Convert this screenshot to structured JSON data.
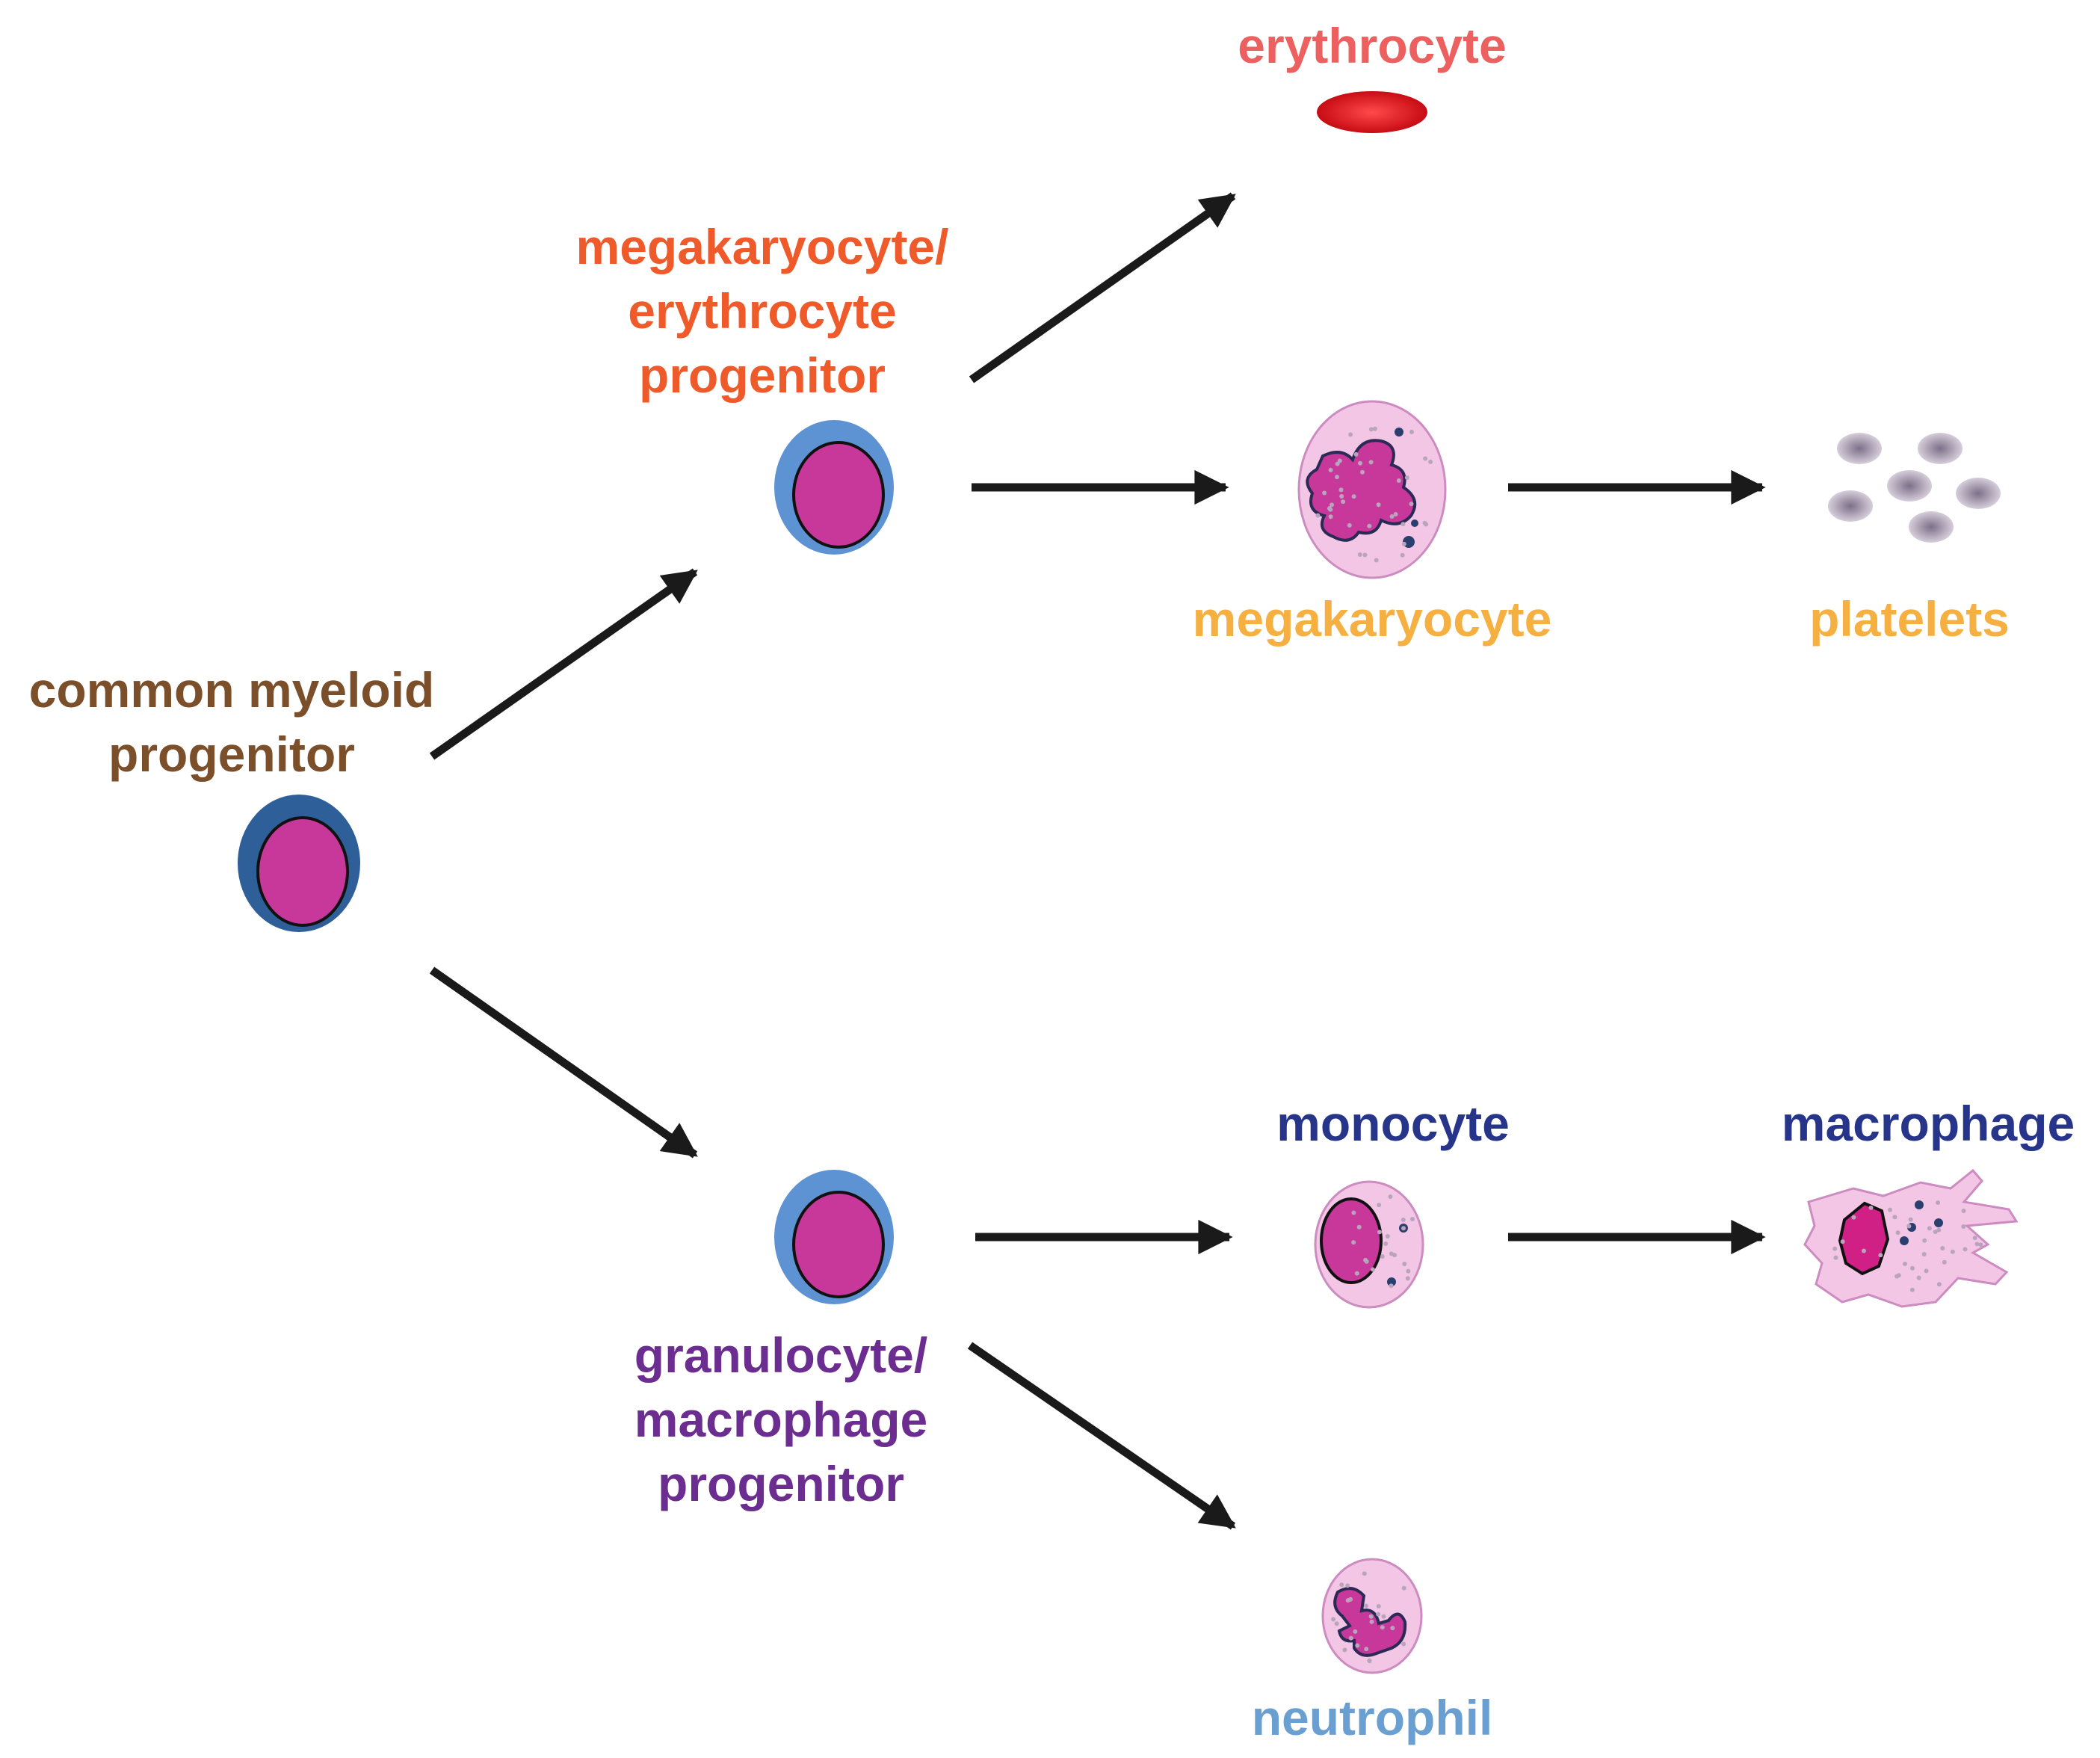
{
  "nodes": {
    "common_myeloid": {
      "label_lines": [
        "common myeloid",
        "progenitor"
      ],
      "color": "#7a4f2a"
    },
    "mep": {
      "label_lines": [
        "megakaryocyte/",
        "erythrocyte",
        "progenitor"
      ],
      "color": "#ee5a2a"
    },
    "gmp": {
      "label_lines": [
        "granulocyte/",
        "macrophage",
        "progenitor"
      ],
      "color": "#6b2d8f"
    },
    "erythrocyte": {
      "label": "erythrocyte",
      "color": "#ec6060"
    },
    "megakaryocyte": {
      "label": "megakaryocyte",
      "color": "#f6b042"
    },
    "platelets": {
      "label": "platelets",
      "color": "#f6b042"
    },
    "monocyte": {
      "label": "monocyte",
      "color": "#26358a"
    },
    "macrophage": {
      "label": "macrophage",
      "color": "#26358a"
    },
    "neutrophil": {
      "label": "neutrophil",
      "color": "#6a9fd2"
    }
  },
  "colors": {
    "progenitor_nucleus": "#c8379a",
    "cmp_cytoplasm": "#2f5f99",
    "progenitor_cytoplasm": "#5e93d3",
    "mature_cytoplasm": "#f4c6e6",
    "mature_nucleus": "#c8379a",
    "erythrocyte": "#e5101a",
    "platelet": "#9b8ea4",
    "arrow": "#1a1a1a"
  },
  "edges": [
    {
      "from": "common_myeloid",
      "to": "mep"
    },
    {
      "from": "common_myeloid",
      "to": "gmp"
    },
    {
      "from": "mep",
      "to": "erythrocyte"
    },
    {
      "from": "mep",
      "to": "megakaryocyte"
    },
    {
      "from": "megakaryocyte",
      "to": "platelets"
    },
    {
      "from": "gmp",
      "to": "monocyte"
    },
    {
      "from": "gmp",
      "to": "neutrophil"
    },
    {
      "from": "monocyte",
      "to": "macrophage"
    }
  ],
  "icons": [
    "common-myeloid-progenitor-cell-icon",
    "megakaryocyte-erythrocyte-progenitor-cell-icon",
    "granulocyte-macrophage-progenitor-cell-icon",
    "erythrocyte-cell-icon",
    "megakaryocyte-cell-icon",
    "platelets-icon",
    "monocyte-cell-icon",
    "macrophage-cell-icon",
    "neutrophil-cell-icon"
  ]
}
